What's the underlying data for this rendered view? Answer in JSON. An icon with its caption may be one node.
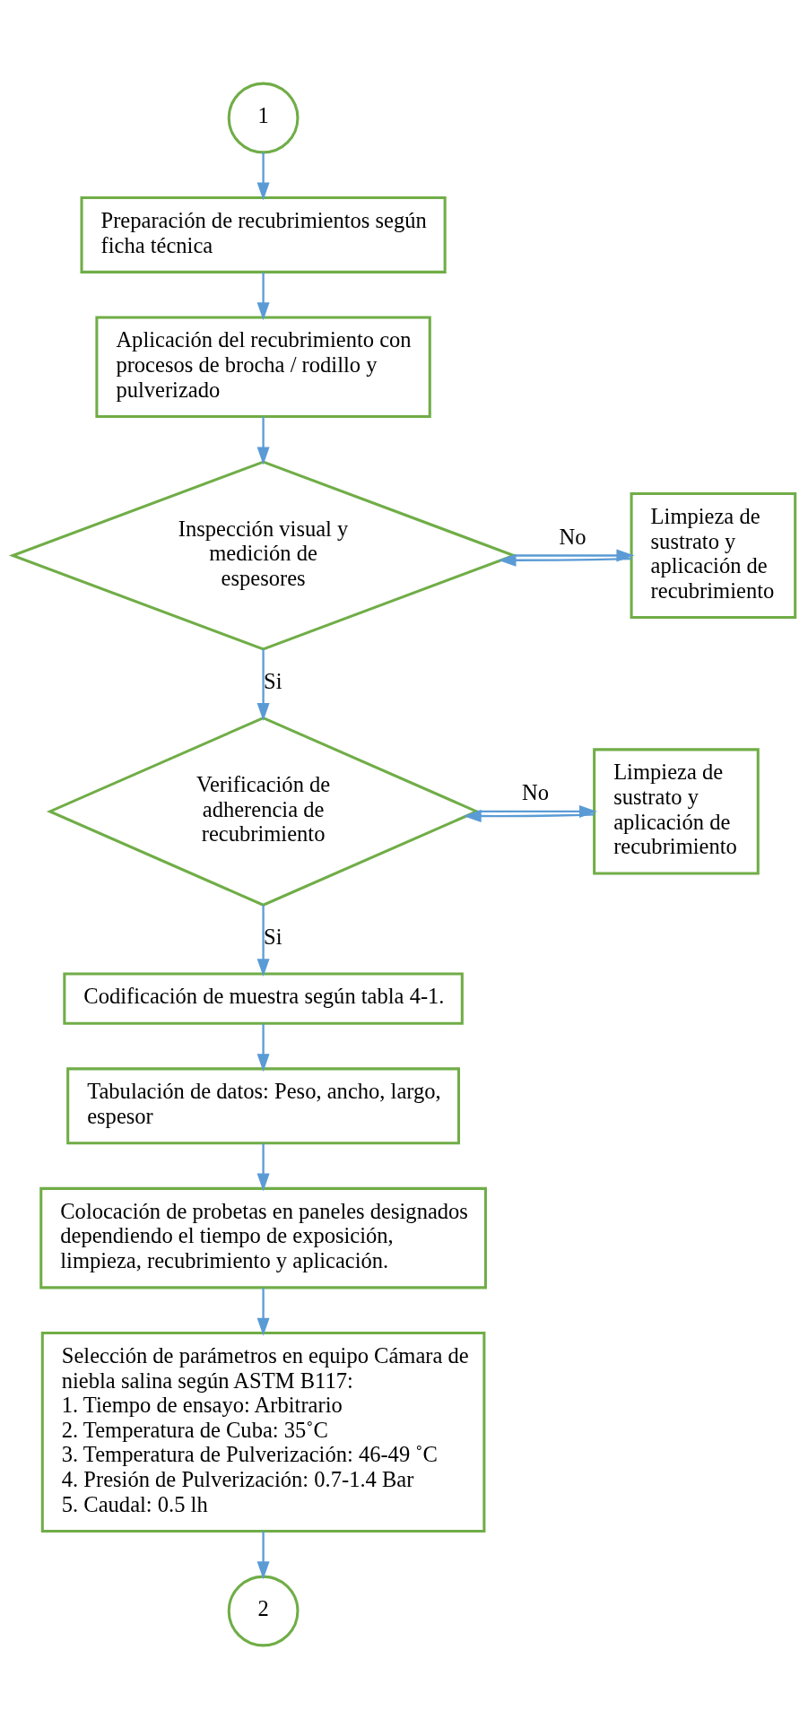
{
  "diagram": {
    "nodes": [
      {
        "text": [
          "1"
        ]
      },
      {
        "text": [
          "Preparación de recubrimientos según ficha técnica"
        ]
      },
      {
        "text": [
          "Aplicación del recubrimiento con procesos de brocha / rodillo y pulverizado"
        ]
      },
      {
        "text": [
          "Inspección visual y medición de espesores"
        ]
      },
      {
        "text": [
          "Limpieza de sustrato y aplicación de recubrimiento"
        ]
      },
      {
        "text": [
          "Verificación de adherencia de recubrimiento"
        ]
      },
      {
        "text": [
          "Limpieza de sustrato y aplicación de recubrimiento"
        ]
      },
      {
        "text": [
          "Codificación de muestra según tabla 4-1."
        ]
      },
      {
        "text": [
          "Tabulación de datos: Peso, ancho, largo, espesor"
        ]
      },
      {
        "text": [
          "Colocación de probetas en paneles designados dependiendo el tiempo de exposición, limpieza, recubrimiento y aplicación."
        ]
      },
      {
        "text": [
          "Selección de parámetros en equipo Cámara de niebla salina según ASTM B117:",
          "1. Tiempo de ensayo: Arbitrario",
          "2. Temperatura de Cuba: 35˚C",
          "3. Temperatura de Pulverización: 46-49 ˚C",
          "4. Presión de Pulverización: 0.7-1.4 Bar",
          "5. Caudal: 0.5 lh"
        ]
      },
      {
        "text": [
          "2"
        ]
      }
    ],
    "edges": [
      {
        "from": 0,
        "to": 1,
        "arrow": "to"
      },
      {
        "from": 1,
        "to": 2,
        "arrow": "to"
      },
      {
        "from": 2,
        "to": 3,
        "arrow": "to"
      },
      {
        "from": 3,
        "to": 4,
        "arrow": "to",
        "label": "No"
      },
      {
        "from": 4,
        "to": 3,
        "arrow": "to"
      },
      {
        "from": 3,
        "to": 5,
        "arrow": "to",
        "label": "Si"
      },
      {
        "from": 5,
        "to": 6,
        "arrow": "to",
        "label": "No"
      },
      {
        "from": 6,
        "to": 5,
        "arrow": "to"
      },
      {
        "from": 5,
        "to": 7,
        "arrow": "to",
        "label": "Si"
      },
      {
        "from": 7,
        "to": 8,
        "arrow": "to"
      },
      {
        "from": 8,
        "to": 9,
        "arrow": "to"
      },
      {
        "from": 9,
        "to": 10,
        "arrow": "to"
      },
      {
        "from": 10,
        "to": 11,
        "arrow": "to"
      }
    ]
  }
}
